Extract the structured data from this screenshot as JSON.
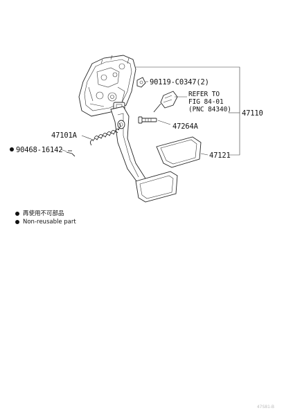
{
  "parts": {
    "p47110": "47110",
    "p90119": "90119-C0347(2)",
    "ref_line1": "REFER TO",
    "ref_line2": "FIG 84-01",
    "ref_line3": "(PNC 84340)",
    "p47101A": "47101A",
    "p47264A": "47264A",
    "p90468": "90468-16142",
    "p47121": "47121"
  },
  "legend": {
    "row1": "再使用不可部品",
    "row2": "Non-reusable part"
  },
  "watermark": "47S81-B"
}
